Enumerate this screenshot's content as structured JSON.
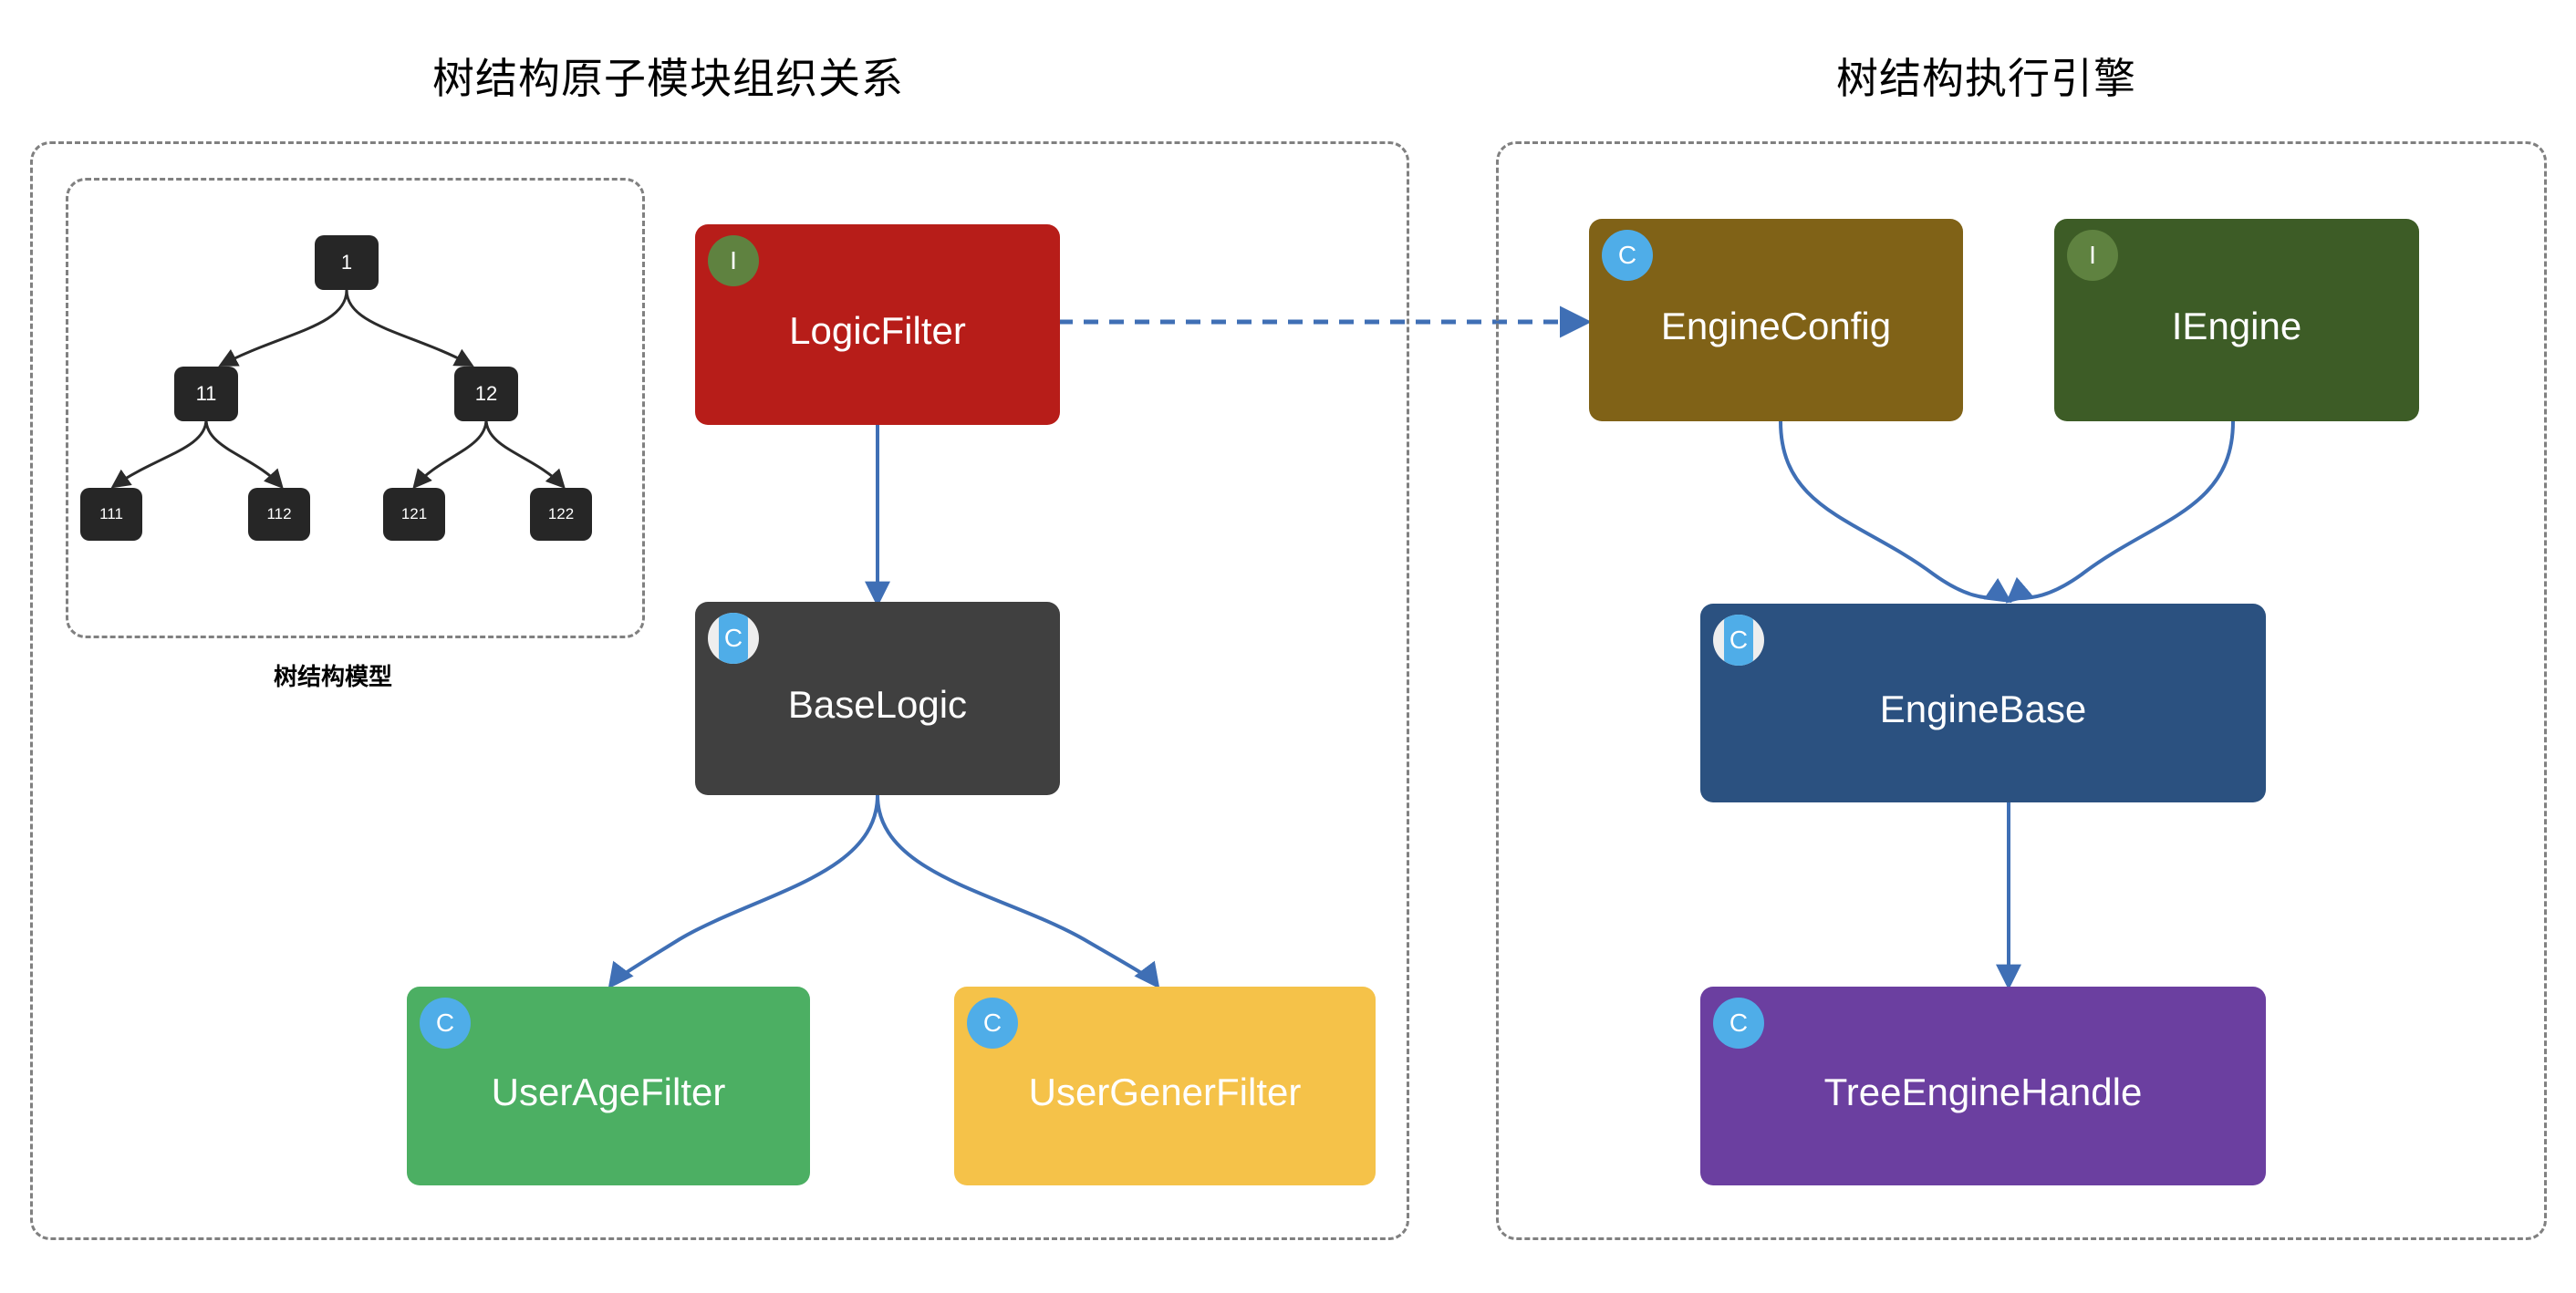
{
  "panels": [
    {
      "id": "atomic-modules",
      "title": "树结构原子模块组织关系",
      "sub_label": "树结构模型"
    },
    {
      "id": "execution-engine",
      "title": "树结构执行引擎"
    }
  ],
  "tree_model": {
    "label": "树结构模型",
    "nodes": [
      {
        "id": "root",
        "text": "1"
      },
      {
        "id": "n11",
        "text": "11"
      },
      {
        "id": "n12",
        "text": "12"
      },
      {
        "id": "n111",
        "text": "111"
      },
      {
        "id": "n112",
        "text": "112"
      },
      {
        "id": "n121",
        "text": "121"
      },
      {
        "id": "n122",
        "text": "122"
      }
    ],
    "edges": [
      {
        "from": "1",
        "to": "11"
      },
      {
        "from": "1",
        "to": "12"
      },
      {
        "from": "11",
        "to": "111"
      },
      {
        "from": "11",
        "to": "112"
      },
      {
        "from": "12",
        "to": "121"
      },
      {
        "from": "12",
        "to": "122"
      }
    ]
  },
  "nodes": {
    "logic_filter": {
      "label": "LogicFilter",
      "badge": "I",
      "badge_kind": "interface",
      "color": "#b71d19"
    },
    "base_logic": {
      "label": "BaseLogic",
      "badge": "C",
      "badge_kind": "class-band",
      "color": "#404040"
    },
    "user_age": {
      "label": "UserAgeFilter",
      "badge": "C",
      "badge_kind": "class",
      "color": "#4caf63"
    },
    "user_gener": {
      "label": "UserGenerFilter",
      "badge": "C",
      "badge_kind": "class",
      "color": "#f5c249"
    },
    "engine_config": {
      "label": "EngineConfig",
      "badge": "C",
      "badge_kind": "class",
      "color": "#806217"
    },
    "iengine": {
      "label": "IEngine",
      "badge": "I",
      "badge_kind": "interface",
      "color": "#3d5c26"
    },
    "engine_base": {
      "label": "EngineBase",
      "badge": "C",
      "badge_kind": "class-band",
      "color": "#2b5180"
    },
    "tree_handle": {
      "label": "TreeEngineHandle",
      "badge": "C",
      "badge_kind": "class",
      "color": "#6b3fa0"
    }
  },
  "edges": [
    {
      "from": "LogicFilter",
      "to": "EngineConfig",
      "style": "dashed"
    },
    {
      "from": "LogicFilter",
      "to": "BaseLogic",
      "style": "solid"
    },
    {
      "from": "BaseLogic",
      "to": "UserAgeFilter",
      "style": "solid"
    },
    {
      "from": "BaseLogic",
      "to": "UserGenerFilter",
      "style": "solid"
    },
    {
      "from": "EngineConfig",
      "to": "EngineBase",
      "style": "solid"
    },
    {
      "from": "IEngine",
      "to": "EngineBase",
      "style": "solid"
    },
    {
      "from": "EngineBase",
      "to": "TreeEngineHandle",
      "style": "solid"
    }
  ],
  "colors": {
    "edge_blue": "#3f6fb5",
    "panel_border": "#808080",
    "tree_node": "#262626",
    "badge_interface": "#5f8240",
    "badge_class": "#4fade8"
  }
}
